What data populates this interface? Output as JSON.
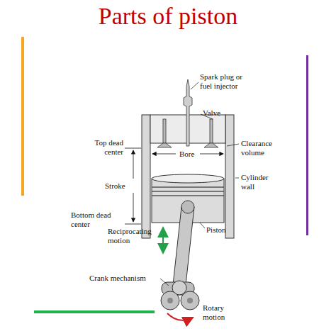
{
  "diagram": {
    "title": "Parts of piston",
    "labels": [
      "Spark plug or fuel injector",
      "Valve",
      "Top dead center",
      "Bore",
      "Clearance volume",
      "Cylinder wall",
      "Stroke",
      "Bottom dead center",
      "Reciprocating motion",
      "Piston",
      "Crank mechanism",
      "Rotary motion"
    ]
  }
}
